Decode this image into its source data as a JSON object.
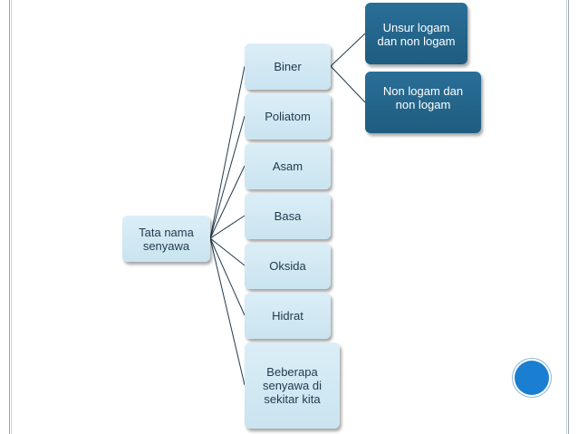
{
  "diagram": {
    "root": {
      "label": "Tata nama\nsenyawa"
    },
    "level1": [
      {
        "id": "biner",
        "label": "Biner"
      },
      {
        "id": "poliatom",
        "label": "Poliatom"
      },
      {
        "id": "asam",
        "label": "Asam"
      },
      {
        "id": "basa",
        "label": "Basa"
      },
      {
        "id": "oksida",
        "label": "Oksida"
      },
      {
        "id": "hidrat",
        "label": "Hidrat"
      },
      {
        "id": "beberapa",
        "label": "Beberapa\nsenyawa di\nsekitar kita"
      }
    ],
    "biner_children": [
      {
        "id": "unsur",
        "label": "Unsur logam\ndan non logam"
      },
      {
        "id": "nonlogam",
        "label": "Non logam dan\nnon logam"
      }
    ]
  },
  "colors": {
    "light_node": "#cfe7f2",
    "dark_node": "#22668c",
    "connector": "#1f3a4d",
    "accent_dot": "#1a7fd0"
  }
}
